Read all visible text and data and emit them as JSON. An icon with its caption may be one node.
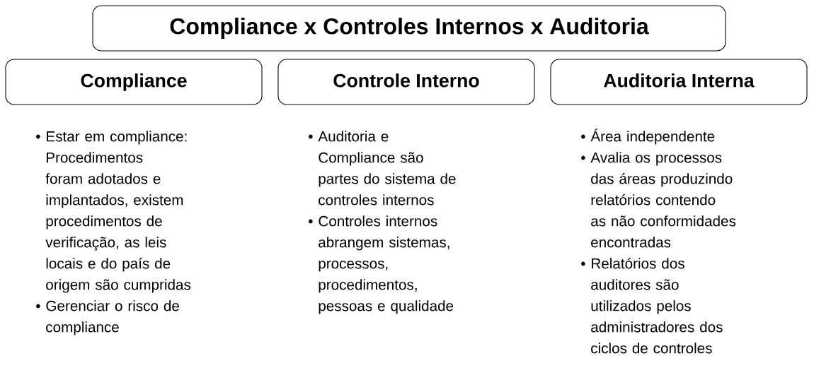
{
  "diagram": {
    "title": "Compliance x Controles Internos x Auditoria",
    "nodes": [
      {
        "text": [
          "Compliance"
        ],
        "beside": [
          "• Estar em compliance: Procedimentos foram adotados e implantados, existem procedimentos de verificação, as leis locais e do país de origem são cumpridas",
          "• Gerenciar o risco de compliance"
        ]
      },
      {
        "text": [
          "Controle Interno"
        ],
        "beside": [
          "• Auditoria e Compliance são partes do sistema de controles internos",
          "• Controles internos abrangem sistemas, processos, procedimentos, pessoas e qualidade"
        ]
      },
      {
        "text": [
          "Auditoria Interna"
        ],
        "beside": [
          "• Área independente",
          "• Avalia os processos das áreas produzindo relatórios contendo as não conformidades encontradas",
          "• Relatórios dos auditores são utilizados pelos administradores dos ciclos de controles"
        ]
      }
    ]
  }
}
